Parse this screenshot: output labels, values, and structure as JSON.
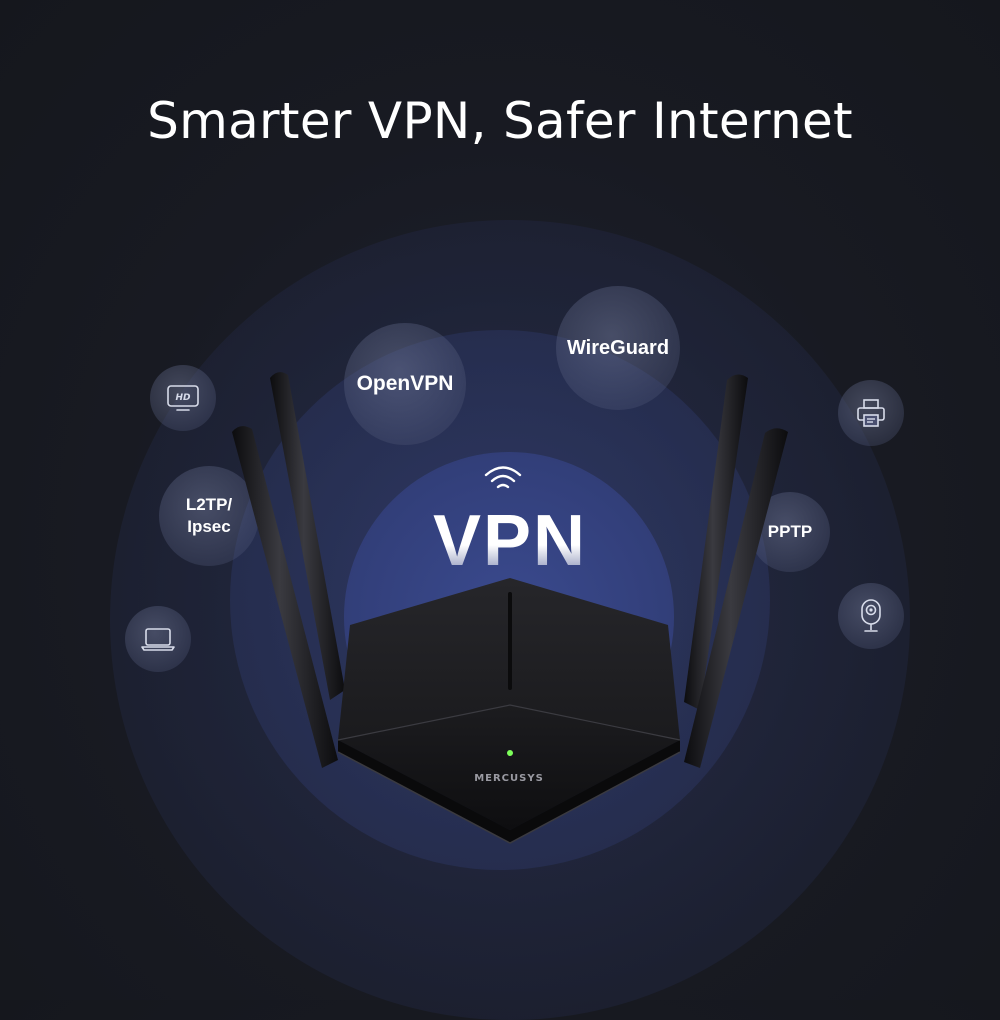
{
  "headline": "Smarter VPN, Safer Internet",
  "center_label": "VPN",
  "protocols": {
    "openvpn": "OpenVPN",
    "wireguard": "WireGuard",
    "l2tp_line1": "L2TP/",
    "l2tp_line2": "Ipsec",
    "pptp": "PPTP"
  },
  "device_icons": [
    "hd-tv-icon",
    "laptop-icon",
    "printer-icon",
    "security-camera-icon"
  ],
  "router_brand": "MERCUSYS",
  "colors": {
    "background": "#181a22",
    "inner_glow": "#3a4a8e",
    "text": "#ffffff",
    "led": "#7dff5a"
  }
}
